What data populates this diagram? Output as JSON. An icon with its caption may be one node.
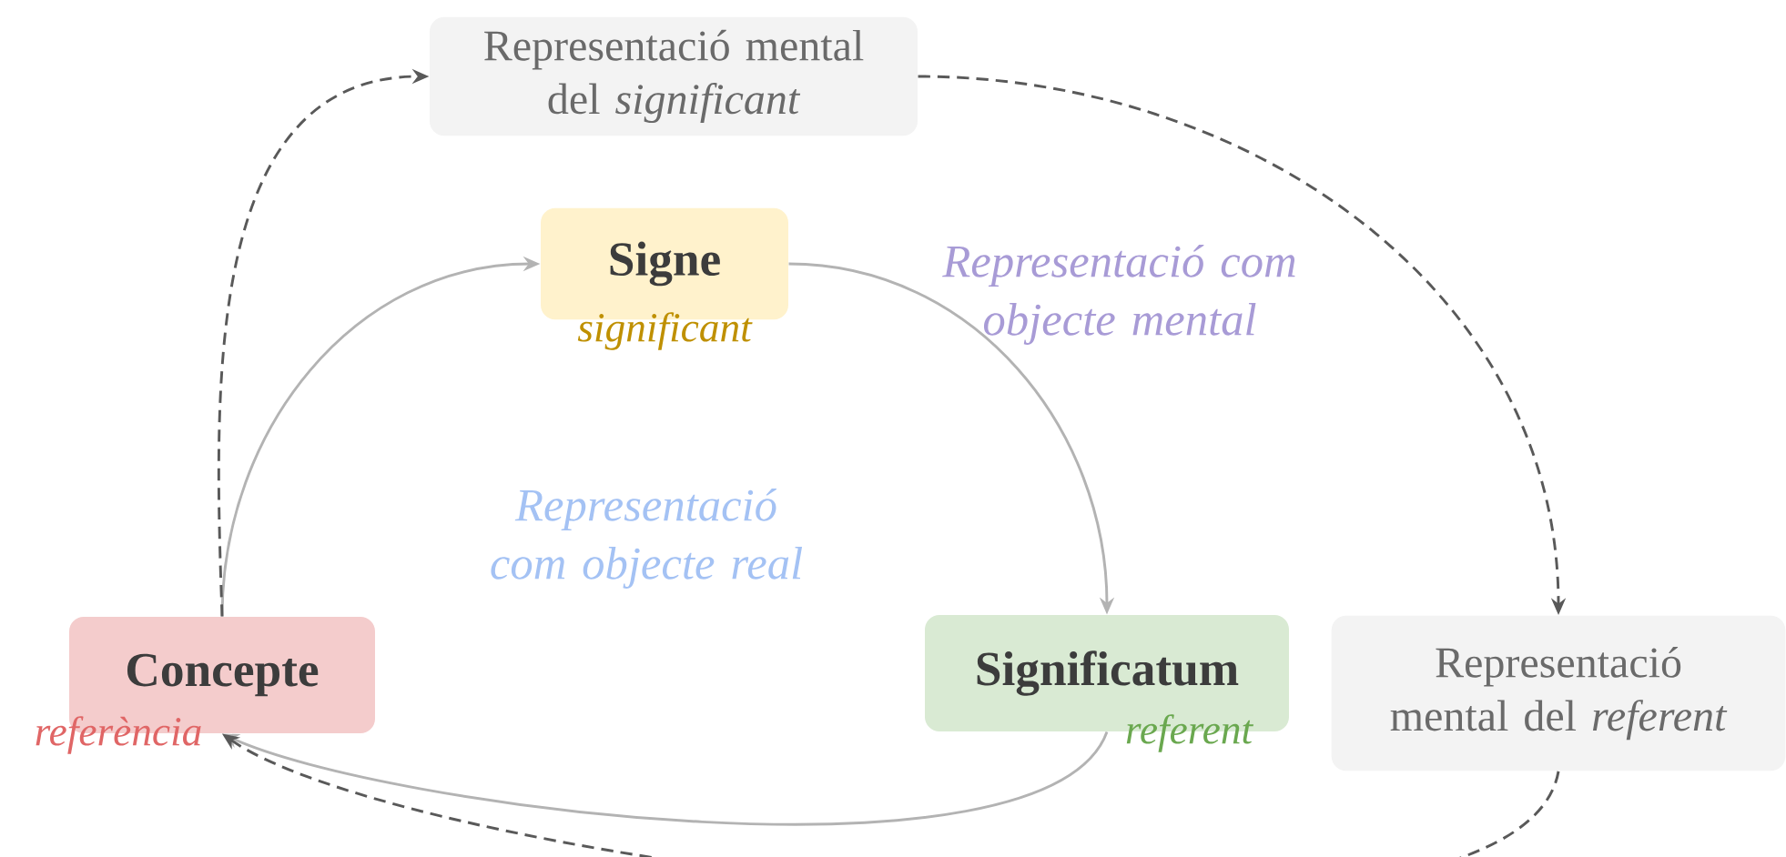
{
  "diagram": {
    "nodes": [
      {
        "text": [
          "Concepte"
        ],
        "beside": [
          "referència"
        ]
      },
      {
        "text": [
          "Signe"
        ],
        "beside": [
          "significant"
        ]
      },
      {
        "text": [
          "Significatum"
        ],
        "beside": [
          "referent"
        ]
      },
      {
        "text": [
          "Representació mental del *significant*"
        ]
      },
      {
        "text": [
          "Representació mental del *referent*"
        ]
      }
    ],
    "edges": [
      {
        "from": 0,
        "to": 1,
        "arrow": "to"
      },
      {
        "from": 1,
        "to": 2,
        "arrow": "to"
      },
      {
        "from": 2,
        "to": 0,
        "arrow": "to"
      },
      {
        "from": 0,
        "to": 3,
        "arrow": "to",
        "style": "dashed",
        "color": "#595959"
      },
      {
        "from": 3,
        "to": 4,
        "arrow": "to",
        "style": "dashed",
        "color": "#595959"
      },
      {
        "from": 4,
        "to": 0,
        "arrow": "to",
        "style": "dashed",
        "color": "#595959"
      }
    ],
    "labels": [
      "Representació com objecte mental",
      "Representació com objecte real"
    ]
  }
}
